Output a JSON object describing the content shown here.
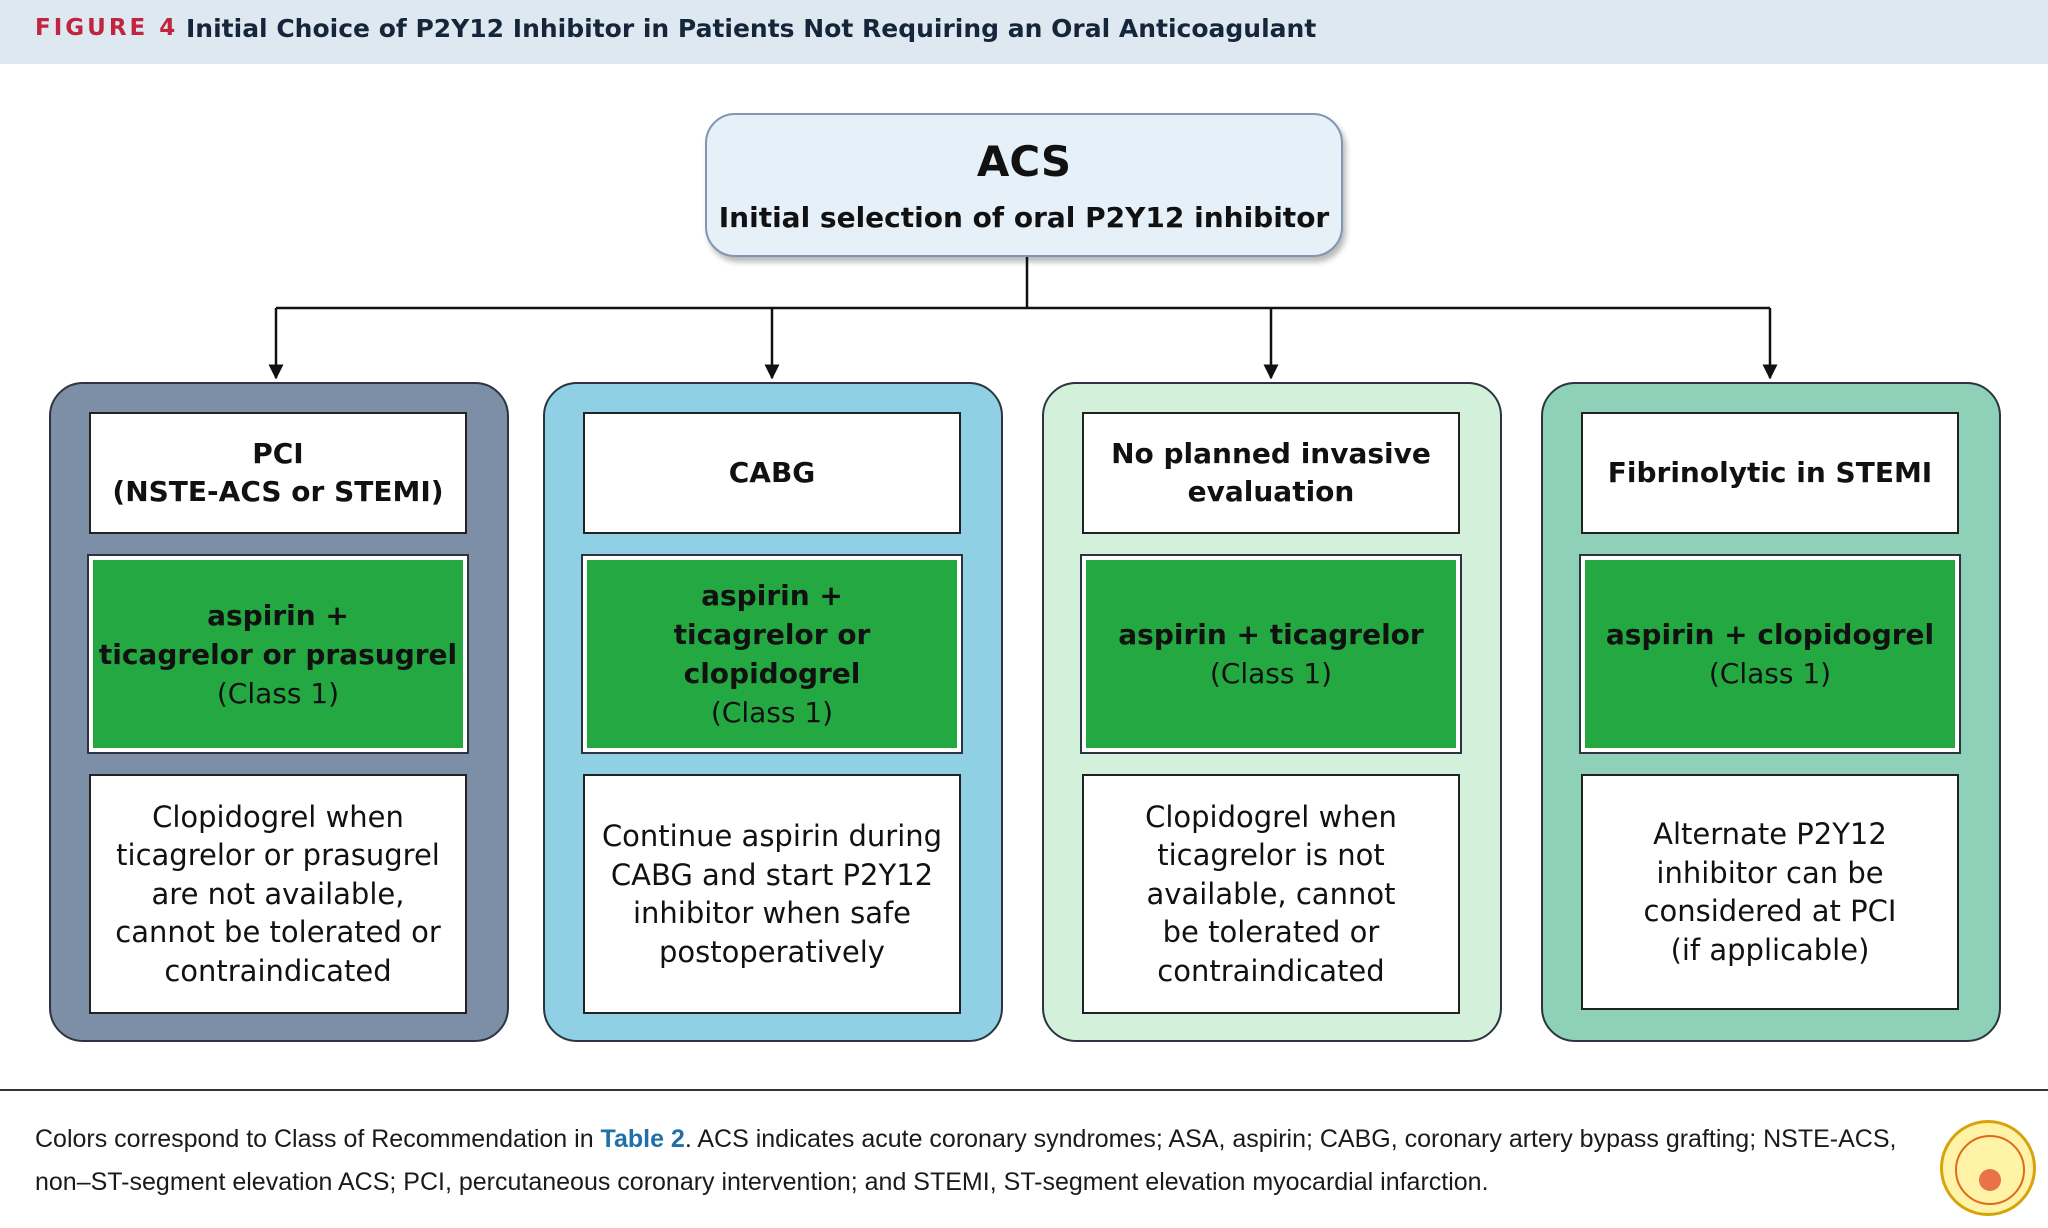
{
  "header": {
    "figure_label": "FIGURE 4",
    "title": "Initial Choice of P2Y12 Inhibitor in Patients Not Requiring an Oral Anticoagulant"
  },
  "root": {
    "title": "ACS",
    "subtitle": "Initial selection of oral P2Y12 inhibitor"
  },
  "columns": [
    {
      "title_lines": [
        "PCI",
        "(NSTE-ACS or STEMI)"
      ],
      "recommendation_lines": [
        "aspirin +",
        "ticagrelor or prasugrel"
      ],
      "class": "(Class 1)",
      "note_lines": [
        "Clopidogrel when",
        "ticagrelor or prasugrel",
        "are not available,",
        "cannot be tolerated or",
        "contraindicated"
      ],
      "color": "#7c8fa6"
    },
    {
      "title_lines": [
        "CABG"
      ],
      "recommendation_lines": [
        "aspirin +",
        "ticagrelor or clopidogrel"
      ],
      "class": "(Class 1)",
      "note_lines": [
        "Continue aspirin during",
        "CABG and start P2Y12",
        "inhibitor when safe",
        "postoperatively"
      ],
      "color": "#8fd0e4"
    },
    {
      "title_lines": [
        "No planned invasive",
        "evaluation"
      ],
      "recommendation_lines": [
        "aspirin + ticagrelor"
      ],
      "class": "(Class 1)",
      "note_lines": [
        "Clopidogrel when",
        "ticagrelor is not",
        "available, cannot",
        "be tolerated or",
        "contraindicated"
      ],
      "color": "#d2f0da"
    },
    {
      "title_lines": [
        "Fibrinolytic in STEMI"
      ],
      "recommendation_lines": [
        "aspirin + clopidogrel"
      ],
      "class": "(Class 1)",
      "note_lines": [
        "Alternate P2Y12",
        "inhibitor can be",
        "considered at PCI",
        "(if applicable)"
      ],
      "color": "#8ed0b8"
    }
  ],
  "recommendation_color": "#24a842",
  "footer": {
    "caption_before_link": "Colors correspond to Class of Recommendation in ",
    "caption_link": "Table 2",
    "caption_after_link": ". ACS indicates acute coronary syndromes; ASA, aspirin; CABG, coronary artery bypass grafting; NSTE-ACS,",
    "caption_line2": "non–ST-segment elevation ACS; PCI, percutaneous coronary intervention; and STEMI, ST-segment elevation myocardial infarction."
  },
  "watermark": {
    "icon": "logo-seal-icon"
  }
}
